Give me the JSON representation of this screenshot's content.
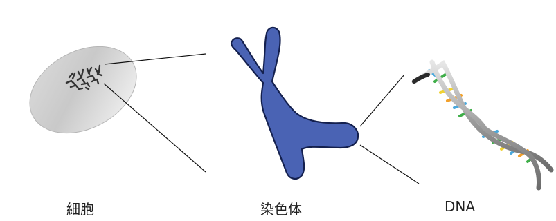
{
  "labels": {
    "cell": "細胞",
    "chromosome": "染色体",
    "dna": "DNA"
  },
  "colors": {
    "chromosome_fill": "#4a63b4",
    "chromosome_stroke": "#14204e",
    "backbone": "#9a9a9a",
    "rung_orange": "#f2a02a",
    "rung_green": "#3fae49",
    "rung_blue": "#4aa8dc",
    "rung_yellow": "#f0d232",
    "connector": "#111111"
  },
  "icons": [
    "cell-illustration",
    "chromosome-illustration",
    "dna-helix-illustration"
  ]
}
